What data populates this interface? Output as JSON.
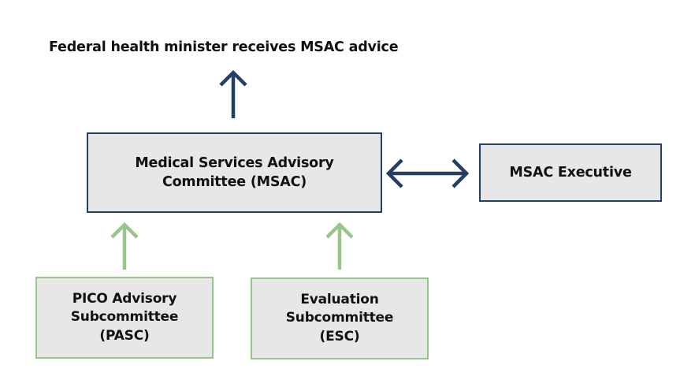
{
  "title": "Federal health minister receives MSAC advice",
  "colors": {
    "primary": "#253e63",
    "secondary": "#98c58a",
    "box_fill": "#e7e7e8",
    "text": "#111111"
  },
  "nodes": {
    "msac": "Medical Services Advisory\nCommittee (MSAC)",
    "executive": "MSAC Executive",
    "pasc": "PICO Advisory\nSubcommittee\n(PASC)",
    "esc": "Evaluation\nSubcommittee\n(ESC)"
  },
  "edges": [
    {
      "from": "msac",
      "to": "minister",
      "direction": "up",
      "color": "primary"
    },
    {
      "from": "msac",
      "to": "executive",
      "direction": "both",
      "color": "primary"
    },
    {
      "from": "pasc",
      "to": "msac",
      "direction": "up",
      "color": "secondary"
    },
    {
      "from": "esc",
      "to": "msac",
      "direction": "up",
      "color": "secondary"
    }
  ]
}
